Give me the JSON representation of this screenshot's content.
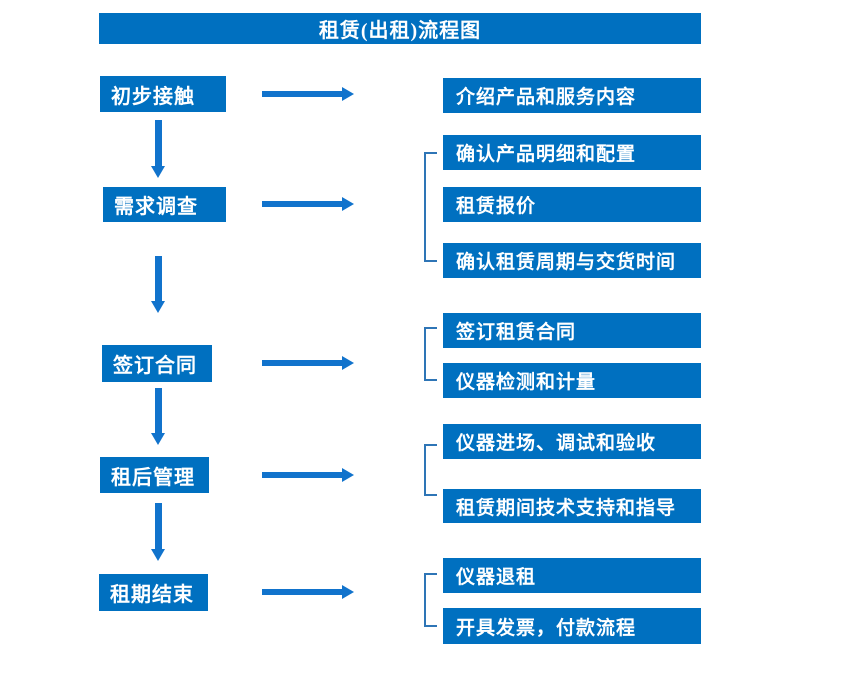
{
  "title": "租赁(出租)流程图",
  "colors": {
    "box_blue": "#0070C0",
    "arrow_blue": "#1173CC",
    "bracket_blue": "#2E75B6",
    "text_white": "#FFFFFF"
  },
  "steps": [
    {
      "label": "初步接触",
      "outputs": [
        "介绍产品和服务内容"
      ]
    },
    {
      "label": "需求调查",
      "outputs": [
        "确认产品明细和配置",
        "租赁报价",
        "确认租赁周期与交货时间"
      ]
    },
    {
      "label": "签订合同",
      "outputs": [
        "签订租赁合同",
        "仪器检测和计量"
      ]
    },
    {
      "label": "租后管理",
      "outputs": [
        "仪器进场、调试和验收",
        "租赁期间技术支持和指导"
      ]
    },
    {
      "label": "租期结束",
      "outputs": [
        "仪器退租",
        "开具发票，付款流程"
      ]
    }
  ]
}
